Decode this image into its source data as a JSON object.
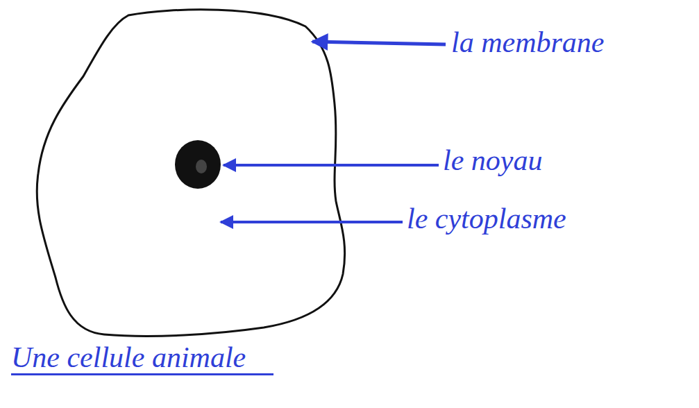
{
  "diagram": {
    "caption": "Une cellule animale",
    "labels": [
      "la membrane",
      "le noyau",
      "le cytoplasme"
    ]
  }
}
